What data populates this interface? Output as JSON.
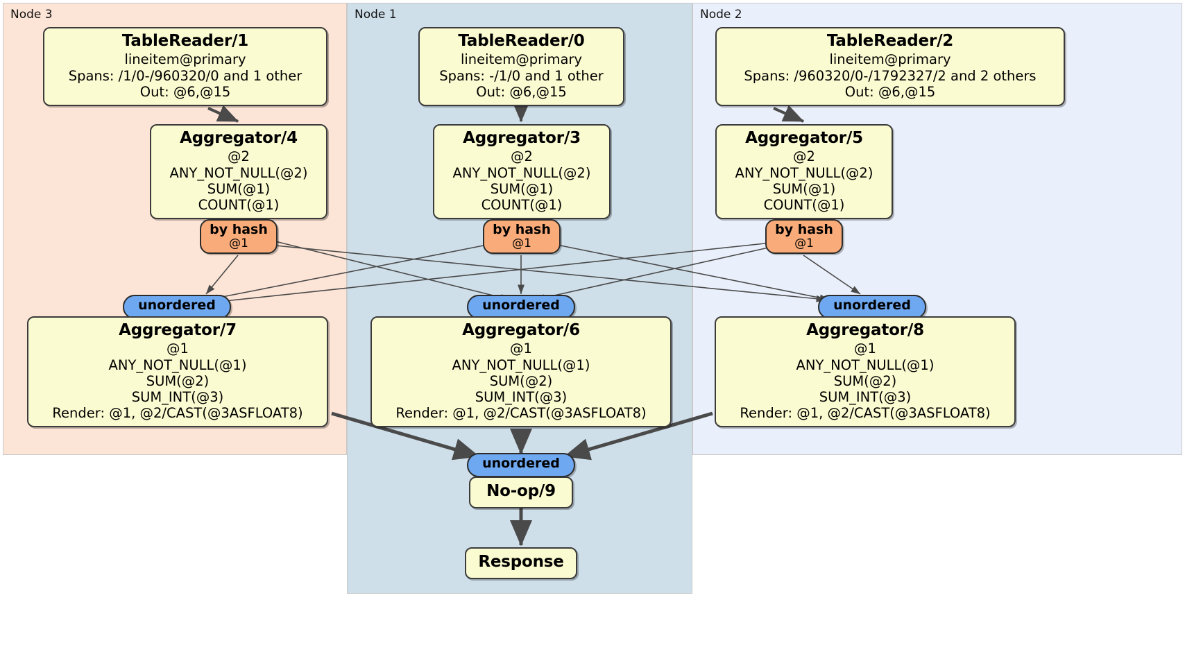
{
  "diagram": {
    "type": "distributed-query-plan",
    "panels": [
      {
        "id": "node3",
        "label": "Node 3",
        "color": "#fce4d6"
      },
      {
        "id": "node1",
        "label": "Node 1",
        "color": "#cfdfea"
      },
      {
        "id": "node2",
        "label": "Node 2",
        "color": "#eaf0fb"
      }
    ],
    "colors": {
      "processor_fill": "#fbfbd1",
      "hash_router_fill": "#f9ac79",
      "unordered_sync_fill": "#6ea8f0",
      "node3_panel": "#fce4d6",
      "node1_panel": "#cfdfea",
      "node2_panel": "#eaf0fb",
      "edge_stroke": "#4a4a4a"
    },
    "processors": {
      "tablereader1": {
        "title": "TableReader/1",
        "lines": [
          "lineitem@primary",
          "Spans: /1/0-/960320/0 and 1 other",
          "Out: @6,@15"
        ]
      },
      "tablereader0": {
        "title": "TableReader/0",
        "lines": [
          "lineitem@primary",
          "Spans: -/1/0 and 1 other",
          "Out: @6,@15"
        ]
      },
      "tablereader2": {
        "title": "TableReader/2",
        "lines": [
          "lineitem@primary",
          "Spans: /960320/0-/1792327/2 and 2 others",
          "Out: @6,@15"
        ]
      },
      "aggregator4": {
        "title": "Aggregator/4",
        "lines": [
          "@2",
          "ANY_NOT_NULL(@2)",
          "SUM(@1)",
          "COUNT(@1)"
        ]
      },
      "aggregator3": {
        "title": "Aggregator/3",
        "lines": [
          "@2",
          "ANY_NOT_NULL(@2)",
          "SUM(@1)",
          "COUNT(@1)"
        ]
      },
      "aggregator5": {
        "title": "Aggregator/5",
        "lines": [
          "@2",
          "ANY_NOT_NULL(@2)",
          "SUM(@1)",
          "COUNT(@1)"
        ]
      },
      "aggregator7": {
        "title": "Aggregator/7",
        "lines": [
          "@1",
          "ANY_NOT_NULL(@1)",
          "SUM(@2)",
          "SUM_INT(@3)",
          "Render: @1, @2/CAST(@3ASFLOAT8)"
        ]
      },
      "aggregator6": {
        "title": "Aggregator/6",
        "lines": [
          "@1",
          "ANY_NOT_NULL(@1)",
          "SUM(@2)",
          "SUM_INT(@3)",
          "Render: @1, @2/CAST(@3ASFLOAT8)"
        ]
      },
      "aggregator8": {
        "title": "Aggregator/8",
        "lines": [
          "@1",
          "ANY_NOT_NULL(@1)",
          "SUM(@2)",
          "SUM_INT(@3)",
          "Render: @1, @2/CAST(@3ASFLOAT8)"
        ]
      },
      "noop9": {
        "title": "No-op/9",
        "lines": []
      },
      "response": {
        "title": "Response",
        "lines": []
      }
    },
    "routers": {
      "hash4": {
        "label": "by hash",
        "sub": "@1"
      },
      "hash3": {
        "label": "by hash",
        "sub": "@1"
      },
      "hash5": {
        "label": "by hash",
        "sub": "@1"
      },
      "sync7": {
        "label": "unordered",
        "sub": ""
      },
      "sync6": {
        "label": "unordered",
        "sub": ""
      },
      "sync8": {
        "label": "unordered",
        "sub": ""
      },
      "sync9": {
        "label": "unordered",
        "sub": ""
      }
    }
  }
}
